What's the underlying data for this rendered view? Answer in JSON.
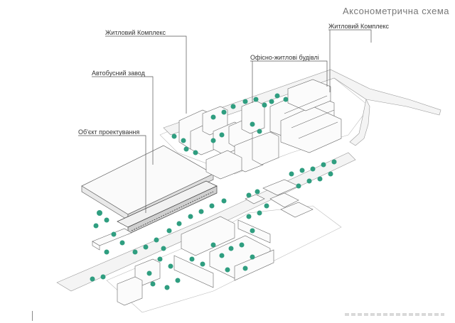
{
  "title": "Аксонометрична схема",
  "labels": {
    "residential_1": "Житловий Комплекс",
    "bus_factory": "Автобусний завод",
    "project_object": "Об'єкт проектування",
    "office_residential": "Офісно-житлові будівлі",
    "residential_2": "Житловий Комплекс"
  },
  "colors": {
    "tree": "#2f9e80",
    "line": "#555555",
    "road": "#f4f4f4",
    "building": "#fbfbfb"
  }
}
